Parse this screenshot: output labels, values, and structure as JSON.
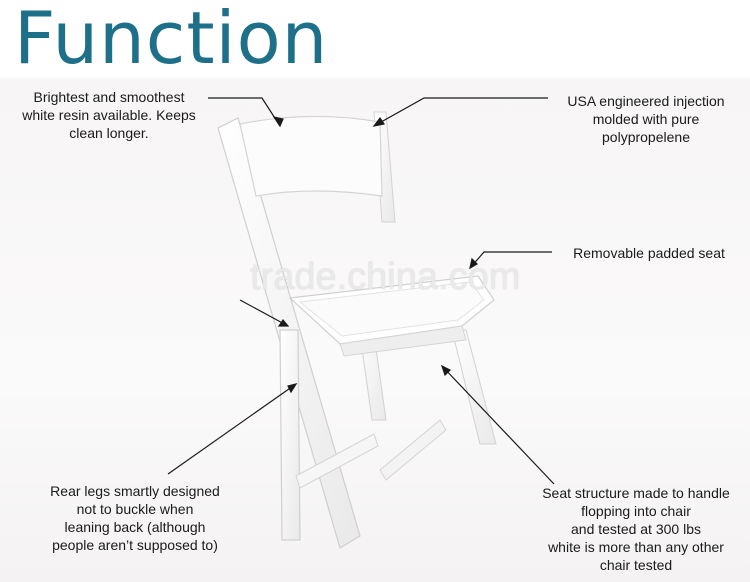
{
  "title": "Function",
  "notes": {
    "top_left": "Brightest and smoothest\nwhite resin available. Keeps\nclean longer.",
    "top_right": "USA engineered injection\nmolded with pure\npolypropelene",
    "mid_right": "Removable  padded seat",
    "bottom_left": "Rear legs smartly designed\nnot to buckle when\nleaning back (although\npeople  aren’t supposed to)",
    "bottom_right": "Seat structure made to handle\nflopping into chair\nand tested at 300 lbs\nwhite is more than any other\nchair tested"
  },
  "watermark": "trade.china.com"
}
